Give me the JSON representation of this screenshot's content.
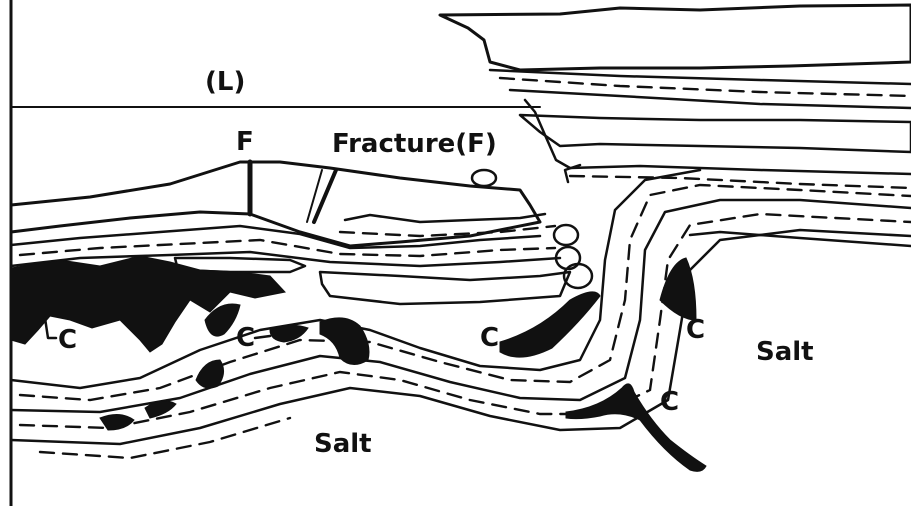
{
  "labels": {
    "l": "(L)",
    "f": "F",
    "fracture": "Fracture(F)",
    "c": "C",
    "salt": "Salt"
  }
}
